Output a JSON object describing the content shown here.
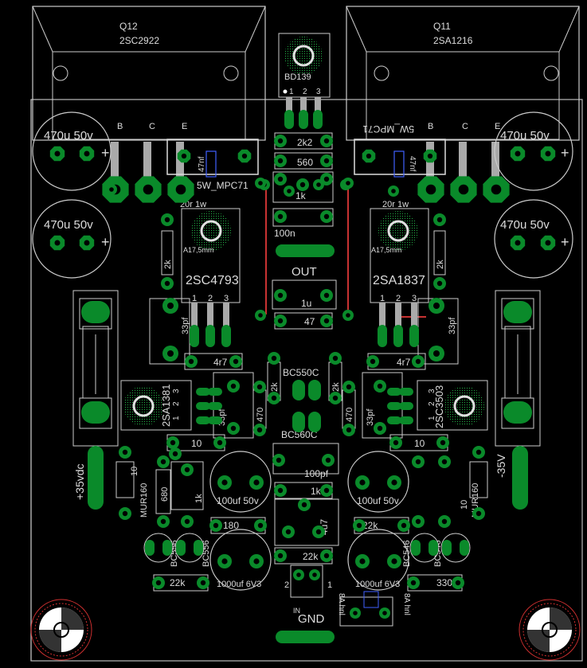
{
  "colors": {
    "background": "#000000",
    "pad": "#0a8a2a",
    "silkscreen": "#d8d8d8",
    "trace": "#c83232",
    "via_blue": "#3050ff",
    "mount": "#d23030"
  },
  "transistors": {
    "q12": {
      "ref": "Q12",
      "part": "2SC2922",
      "pins": [
        "B",
        "C",
        "E"
      ]
    },
    "q11": {
      "ref": "Q11",
      "part": "2SA1216",
      "pins": [
        "B",
        "C",
        "E"
      ]
    },
    "bd139": {
      "part": "BD139",
      "pins": [
        "1",
        "2",
        "3"
      ]
    },
    "q_left_driver": {
      "part": "2SC4793",
      "pins": [
        "1",
        "2",
        "3"
      ],
      "heatsink": "A17,5mm"
    },
    "q_right_driver": {
      "part": "2SA1837",
      "pins": [
        "1",
        "2",
        "3"
      ],
      "heatsink": "A17,5mm"
    },
    "q_left_small": {
      "part": "2SA1381",
      "pins": [
        "1",
        "2",
        "3"
      ]
    },
    "q_right_small": {
      "part": "2SC3503",
      "pins": [
        "1",
        "2",
        "3"
      ]
    },
    "bc550c": "BC550C",
    "bc560c": "BC560C",
    "bc556_a": "BC556",
    "bc556_b": "BC556",
    "bc546_a": "BC546",
    "bc546_b": "BC546"
  },
  "caps": {
    "c470_tl": "470u 50v",
    "c470_ml": "470u 50v",
    "c470_tr": "470u 50v",
    "c470_mr": "470u 50v",
    "c47n_l": "47nf",
    "c47n_r": "47nf",
    "c100n": "100n",
    "c1u": "1u",
    "c33p_l": "33pf",
    "c33p_r": "33pf",
    "c33p_ml": "33pf",
    "c33p_mr": "33pf",
    "c100p": "100pf",
    "c100u_l": "100uf 50v",
    "c100u_r": "100uf 50v",
    "c4u7": "4u7",
    "c1000_l": "1000uf 6V3",
    "c1000_r": "1000uf 6V3"
  },
  "resistors": {
    "r_5w_l": "5W_MPC71",
    "r_5w_r": "5W_MPC71",
    "r20_l": "20r 1w",
    "r20_r": "20r 1w",
    "r2k2": "2k2",
    "r560": "560",
    "r1k_top": "1k",
    "r47_out": "47",
    "r2k_l": "2k",
    "r2k_r": "2k",
    "r4r7_l": "4r7",
    "r4r7_r": "4r7",
    "r2k_ml": "2k",
    "r2k_mr": "2k",
    "r470_l": "470",
    "r470_r": "470",
    "r10_l": "10",
    "r10_r": "10",
    "r1k_mid": "1k",
    "r180": "180",
    "r22k_mid": "22k",
    "r22k_c": "22k",
    "r22k_bl": "22k",
    "r330": "330",
    "r680": "680",
    "r1k_pot": "1k",
    "r10_vl": "10",
    "r10_vr": "10"
  },
  "diodes": {
    "d_left": "MUR160",
    "d_right": "MUR160"
  },
  "connectors": {
    "out": "OUT",
    "gnd": "GND",
    "in": "IN",
    "in_pin1": "1",
    "in_pin2": "2",
    "pos_supply": "+35vdc",
    "neg_supply": "-35V",
    "jumper_l": "8A hnl",
    "jumper_r": "8A hnl"
  }
}
